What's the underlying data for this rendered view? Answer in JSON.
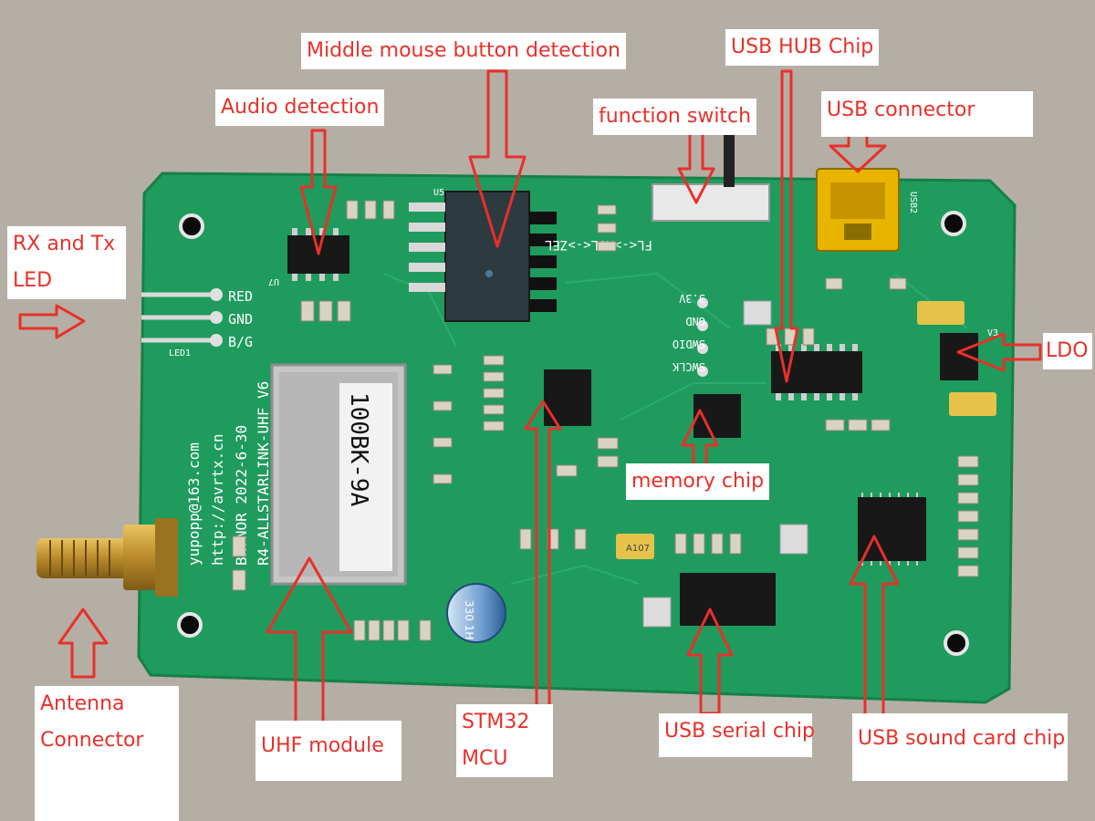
{
  "colors": {
    "background": "#b5aea5",
    "board": "#1f9b5e",
    "board_edge": "#158048",
    "annotation": "#e8302a",
    "label_bg": "#ffffff"
  },
  "labels": {
    "middle_mouse": "Middle mouse button detection",
    "usb_hub": "USB HUB Chip",
    "audio_detection": "Audio detection",
    "function_switch": "function switch",
    "usb_connector": "USB connector",
    "rx_tx_led": "RX and Tx LED",
    "ldo": "LDO",
    "memory_chip": "memory chip",
    "antenna": "Antenna Connector",
    "uhf_module": "UHF module",
    "stm32": "STM32 MCU",
    "usb_serial": "USB serial chip",
    "usb_sound": "USB sound card chip"
  },
  "board_silkscreen": {
    "led_red": "RED",
    "led_gnd": "GND",
    "led_bg": "B/G",
    "led_ref": "LED1",
    "email": "yupopp@163.com",
    "url": "http://avrtx.cn",
    "callsign_date": "BH7NOR  2022-6-30",
    "board_name": "R4-ALLSTARLINK-UHF V6",
    "module_label": "100BK-9A",
    "switch_label": "FL<->ASL<->ZEL",
    "swd_swclk": "SWCLK",
    "swd_swdio": "SWDIO",
    "swd_gnd": "GND",
    "swd_3v3": "3.3V",
    "cap_value": "A107",
    "electrolytic": "330 1H",
    "u5": "U5",
    "u7": "U7",
    "u3": "V3",
    "usb2": "USB2"
  }
}
